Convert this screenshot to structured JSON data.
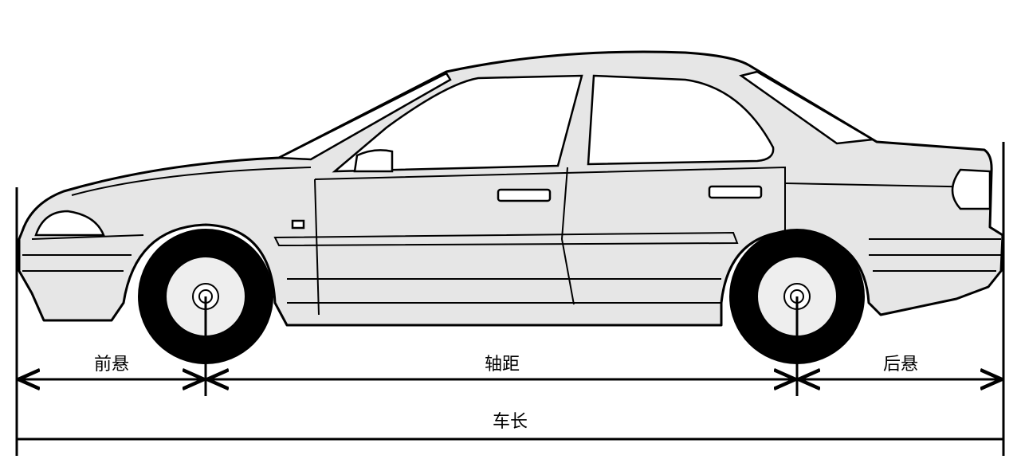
{
  "diagram": {
    "labels": {
      "front_overhang": "前悬",
      "wheelbase": "轴距",
      "rear_overhang": "后悬",
      "vehicle_length": "车长"
    }
  }
}
